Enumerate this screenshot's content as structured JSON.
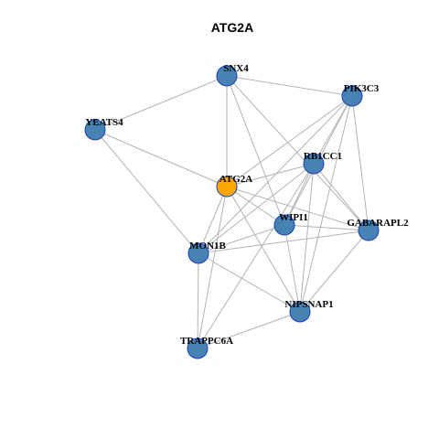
{
  "title": "ATG2A",
  "colors": {
    "center_node": "#FFA500",
    "node": "#4682B4",
    "node_border": "#1C3FBF",
    "edge": "#B3B3B3"
  },
  "nodes": [
    {
      "id": "ATG2A",
      "label": "ATG2A",
      "center": true
    },
    {
      "id": "SNX4",
      "label": "SNX4",
      "center": false
    },
    {
      "id": "PIK3C3",
      "label": "PIK3C3",
      "center": false
    },
    {
      "id": "YEATS4",
      "label": "YEATS4",
      "center": false
    },
    {
      "id": "RB1CC1",
      "label": "RB1CC1",
      "center": false
    },
    {
      "id": "WIPI1",
      "label": "WIPI1",
      "center": false
    },
    {
      "id": "GABARAPL2",
      "label": "GABARAPL2",
      "center": false
    },
    {
      "id": "MON1B",
      "label": "MON1B",
      "center": false
    },
    {
      "id": "NIPSNAP1",
      "label": "NIPSNAP1",
      "center": false
    },
    {
      "id": "TRAPPC6A",
      "label": "TRAPPC6A",
      "center": false
    }
  ],
  "edges": [
    [
      "SNX4",
      "PIK3C3"
    ],
    [
      "SNX4",
      "YEATS4"
    ],
    [
      "SNX4",
      "ATG2A"
    ],
    [
      "SNX4",
      "WIPI1"
    ],
    [
      "SNX4",
      "GABARAPL2"
    ],
    [
      "PIK3C3",
      "ATG2A"
    ],
    [
      "PIK3C3",
      "RB1CC1"
    ],
    [
      "PIK3C3",
      "WIPI1"
    ],
    [
      "PIK3C3",
      "GABARAPL2"
    ],
    [
      "PIK3C3",
      "MON1B"
    ],
    [
      "PIK3C3",
      "NIPSNAP1"
    ],
    [
      "YEATS4",
      "ATG2A"
    ],
    [
      "YEATS4",
      "MON1B"
    ],
    [
      "ATG2A",
      "RB1CC1"
    ],
    [
      "ATG2A",
      "WIPI1"
    ],
    [
      "ATG2A",
      "GABARAPL2"
    ],
    [
      "ATG2A",
      "MON1B"
    ],
    [
      "ATG2A",
      "NIPSNAP1"
    ],
    [
      "ATG2A",
      "TRAPPC6A"
    ],
    [
      "RB1CC1",
      "WIPI1"
    ],
    [
      "RB1CC1",
      "GABARAPL2"
    ],
    [
      "RB1CC1",
      "MON1B"
    ],
    [
      "RB1CC1",
      "NIPSNAP1"
    ],
    [
      "RB1CC1",
      "TRAPPC6A"
    ],
    [
      "WIPI1",
      "GABARAPL2"
    ],
    [
      "WIPI1",
      "MON1B"
    ],
    [
      "WIPI1",
      "NIPSNAP1"
    ],
    [
      "GABARAPL2",
      "MON1B"
    ],
    [
      "GABARAPL2",
      "NIPSNAP1"
    ],
    [
      "MON1B",
      "NIPSNAP1"
    ],
    [
      "MON1B",
      "TRAPPC6A"
    ],
    [
      "NIPSNAP1",
      "TRAPPC6A"
    ]
  ]
}
